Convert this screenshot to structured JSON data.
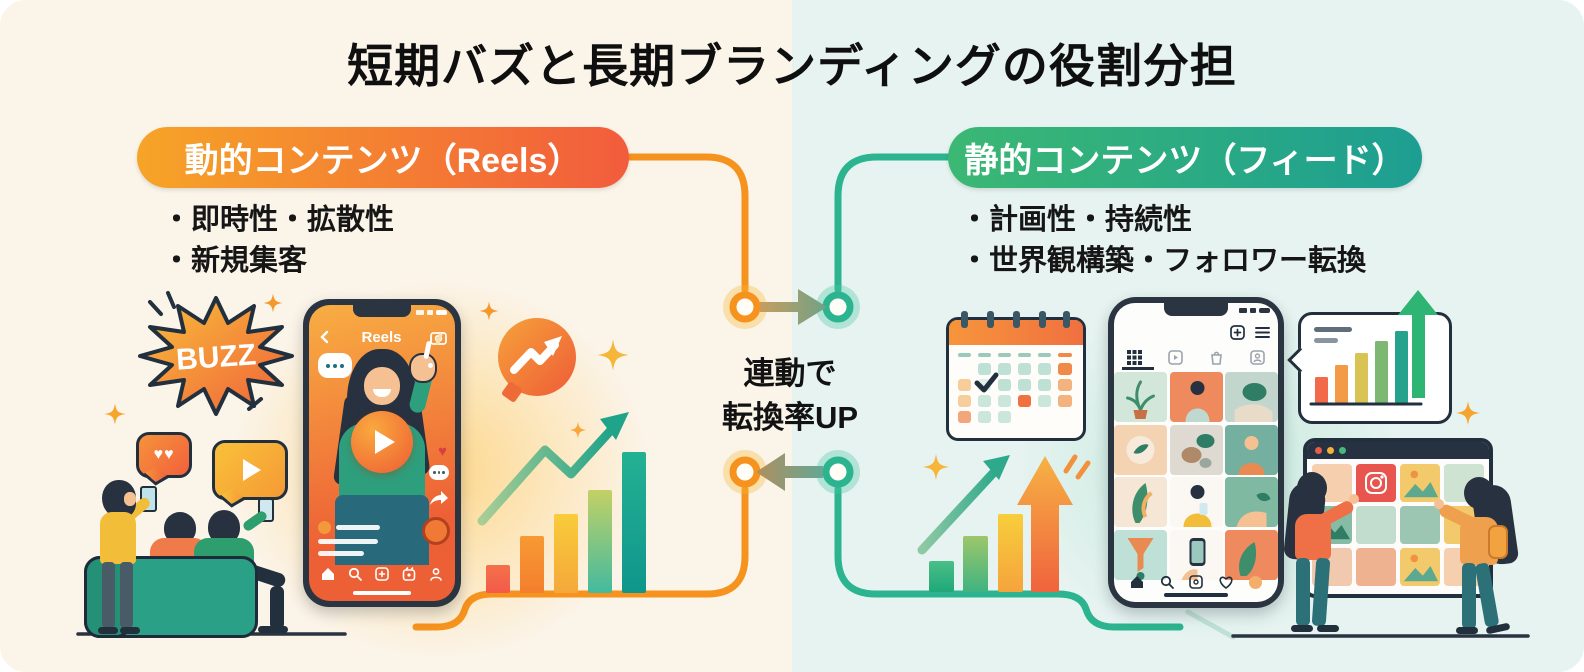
{
  "title": "短期バズと長期ブランディングの役割分担",
  "left": {
    "header": "動的コンテンツ（Reels）",
    "bullets": [
      "・即時性・拡散性",
      "・新規集客"
    ],
    "buzz": "BUZZ",
    "phone_app_title": "Reels"
  },
  "right": {
    "header": "静的コンテンツ（フィード）",
    "bullets": [
      "・計画性・持続性",
      "・世界観構築・フォロワー転換"
    ]
  },
  "center": {
    "line1": "連動で",
    "line2": "転換率UP"
  },
  "icons": {
    "back": "chevron-left",
    "camera": "camera-outline",
    "home": "house",
    "search": "magnifier",
    "create": "plus-square",
    "reels": "reels-clapper",
    "profile": "person",
    "grid_tab": "grid-3x3",
    "tagged_tab": "person-tag",
    "menu": "hamburger",
    "like": "heart",
    "comment": "dots-bubble",
    "share": "arrow-share",
    "instagram": "instagram-logo",
    "check": "checkmark",
    "sparkle": "four-point-star"
  },
  "colors": {
    "left_bg": "#FBF4E9",
    "right_bg": "#E6F3F0",
    "left_pill_start": "#F6A427",
    "left_pill_end": "#F25C3D",
    "right_pill_start": "#3BB873",
    "right_pill_end": "#1D9E92",
    "connector_orange": "#F6921E",
    "connector_teal": "#2BB48F",
    "arrow_olive": "#7FA287",
    "text_dark": "#161616",
    "outline_navy": "#22303E",
    "couch_teal": "#2AA087",
    "accent_yellow": "#F5B63A"
  }
}
